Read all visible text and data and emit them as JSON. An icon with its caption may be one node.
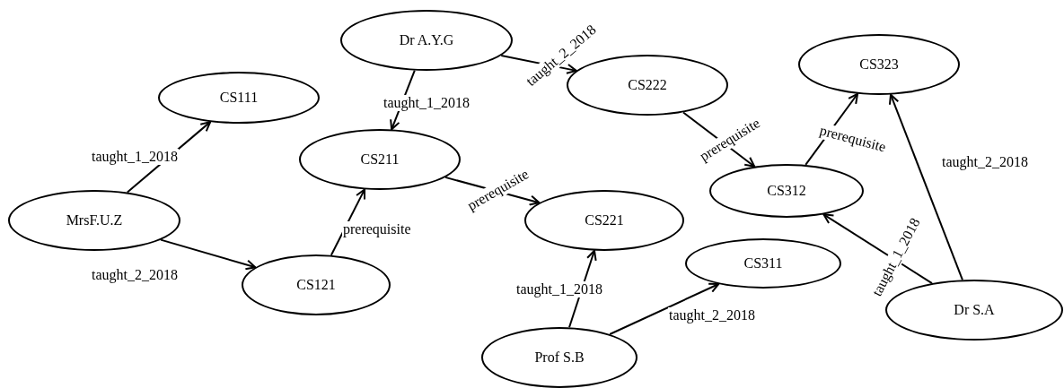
{
  "diagram": {
    "nodes": [
      {
        "text": [
          "Dr A.Y.G"
        ]
      },
      {
        "text": [
          "CS222"
        ]
      },
      {
        "text": [
          "CS323"
        ]
      },
      {
        "text": [
          "CS111"
        ]
      },
      {
        "text": [
          "CS211"
        ]
      },
      {
        "text": [
          "CS312"
        ]
      },
      {
        "text": [
          "MrsF.U.Z"
        ]
      },
      {
        "text": [
          "CS221"
        ]
      },
      {
        "text": [
          "CS311"
        ]
      },
      {
        "text": [
          "CS121"
        ]
      },
      {
        "text": [
          "Dr S.A"
        ]
      },
      {
        "text": [
          "Prof S.B"
        ]
      }
    ],
    "edges": [
      {
        "from": 6,
        "to": 3,
        "arrow": "to",
        "label": "taught_1_2018"
      },
      {
        "from": 6,
        "to": 9,
        "arrow": "to",
        "label": "taught_2_2018"
      },
      {
        "from": 9,
        "to": 4,
        "arrow": "to",
        "label": "prerequisite"
      },
      {
        "from": 0,
        "to": 4,
        "arrow": "to",
        "label": "taught_1_2018"
      },
      {
        "from": 0,
        "to": 1,
        "arrow": "to",
        "label": "taught_2_2018"
      },
      {
        "from": 4,
        "to": 7,
        "arrow": "to",
        "label": "prerequisite"
      },
      {
        "from": 1,
        "to": 5,
        "arrow": "to",
        "label": "prerequisite"
      },
      {
        "from": 5,
        "to": 2,
        "arrow": "to",
        "label": "prerequisite"
      },
      {
        "from": 10,
        "to": 2,
        "arrow": "to",
        "label": "taught_2_2018"
      },
      {
        "from": 10,
        "to": 5,
        "arrow": "to",
        "label": "taught_1_2018"
      },
      {
        "from": 11,
        "to": 7,
        "arrow": "to",
        "label": "taught_1_2018"
      },
      {
        "from": 11,
        "to": 8,
        "arrow": "to",
        "label": "taught_2_2018"
      }
    ]
  }
}
